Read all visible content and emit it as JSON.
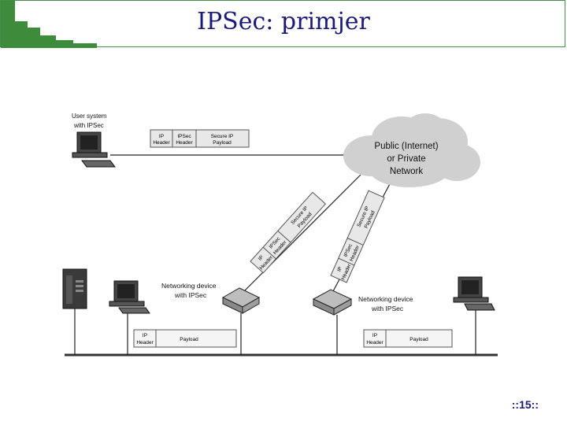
{
  "slide": {
    "title": "IPSec: primjer",
    "page_number": "::15::"
  },
  "diagram": {
    "user_system_label_1": "User system",
    "user_system_label_2": "with IPSec",
    "cloud_label_1": "Public (Internet)",
    "cloud_label_2": "or Private",
    "cloud_label_3": "Network",
    "net_device_left_1": "Networking device",
    "net_device_left_2": "with IPSec",
    "net_device_right_1": "Networking device",
    "net_device_right_2": "with IPSec",
    "top_packet": {
      "ip_1": "IP",
      "ip_2": "Header",
      "ipsec_1": "IPSec",
      "ipsec_2": "Header",
      "payload_1": "Secure IP",
      "payload_2": "Payload"
    },
    "diag_packet_left": {
      "ip_1": "IP",
      "ip_2": "Header",
      "ipsec_1": "IPSec",
      "ipsec_2": "Header",
      "payload_1": "Secure IP",
      "payload_2": "Payload"
    },
    "diag_packet_right": {
      "ip_1": "IP",
      "ip_2": "Header",
      "ipsec_1": "IPSec",
      "ipsec_2": "Header",
      "payload_1": "Secure IP",
      "payload_2": "Payload"
    },
    "lan_packet_left": {
      "ip_1": "IP",
      "ip_2": "Header",
      "payload": "Payload"
    },
    "lan_packet_right": {
      "ip_1": "IP",
      "ip_2": "Header",
      "payload": "Payload"
    }
  },
  "colors": {
    "title": "#1a1a7a",
    "accent_green": "#3c8c3c",
    "cloud": "#d0d0d0",
    "packet": "#e8e8e8"
  }
}
